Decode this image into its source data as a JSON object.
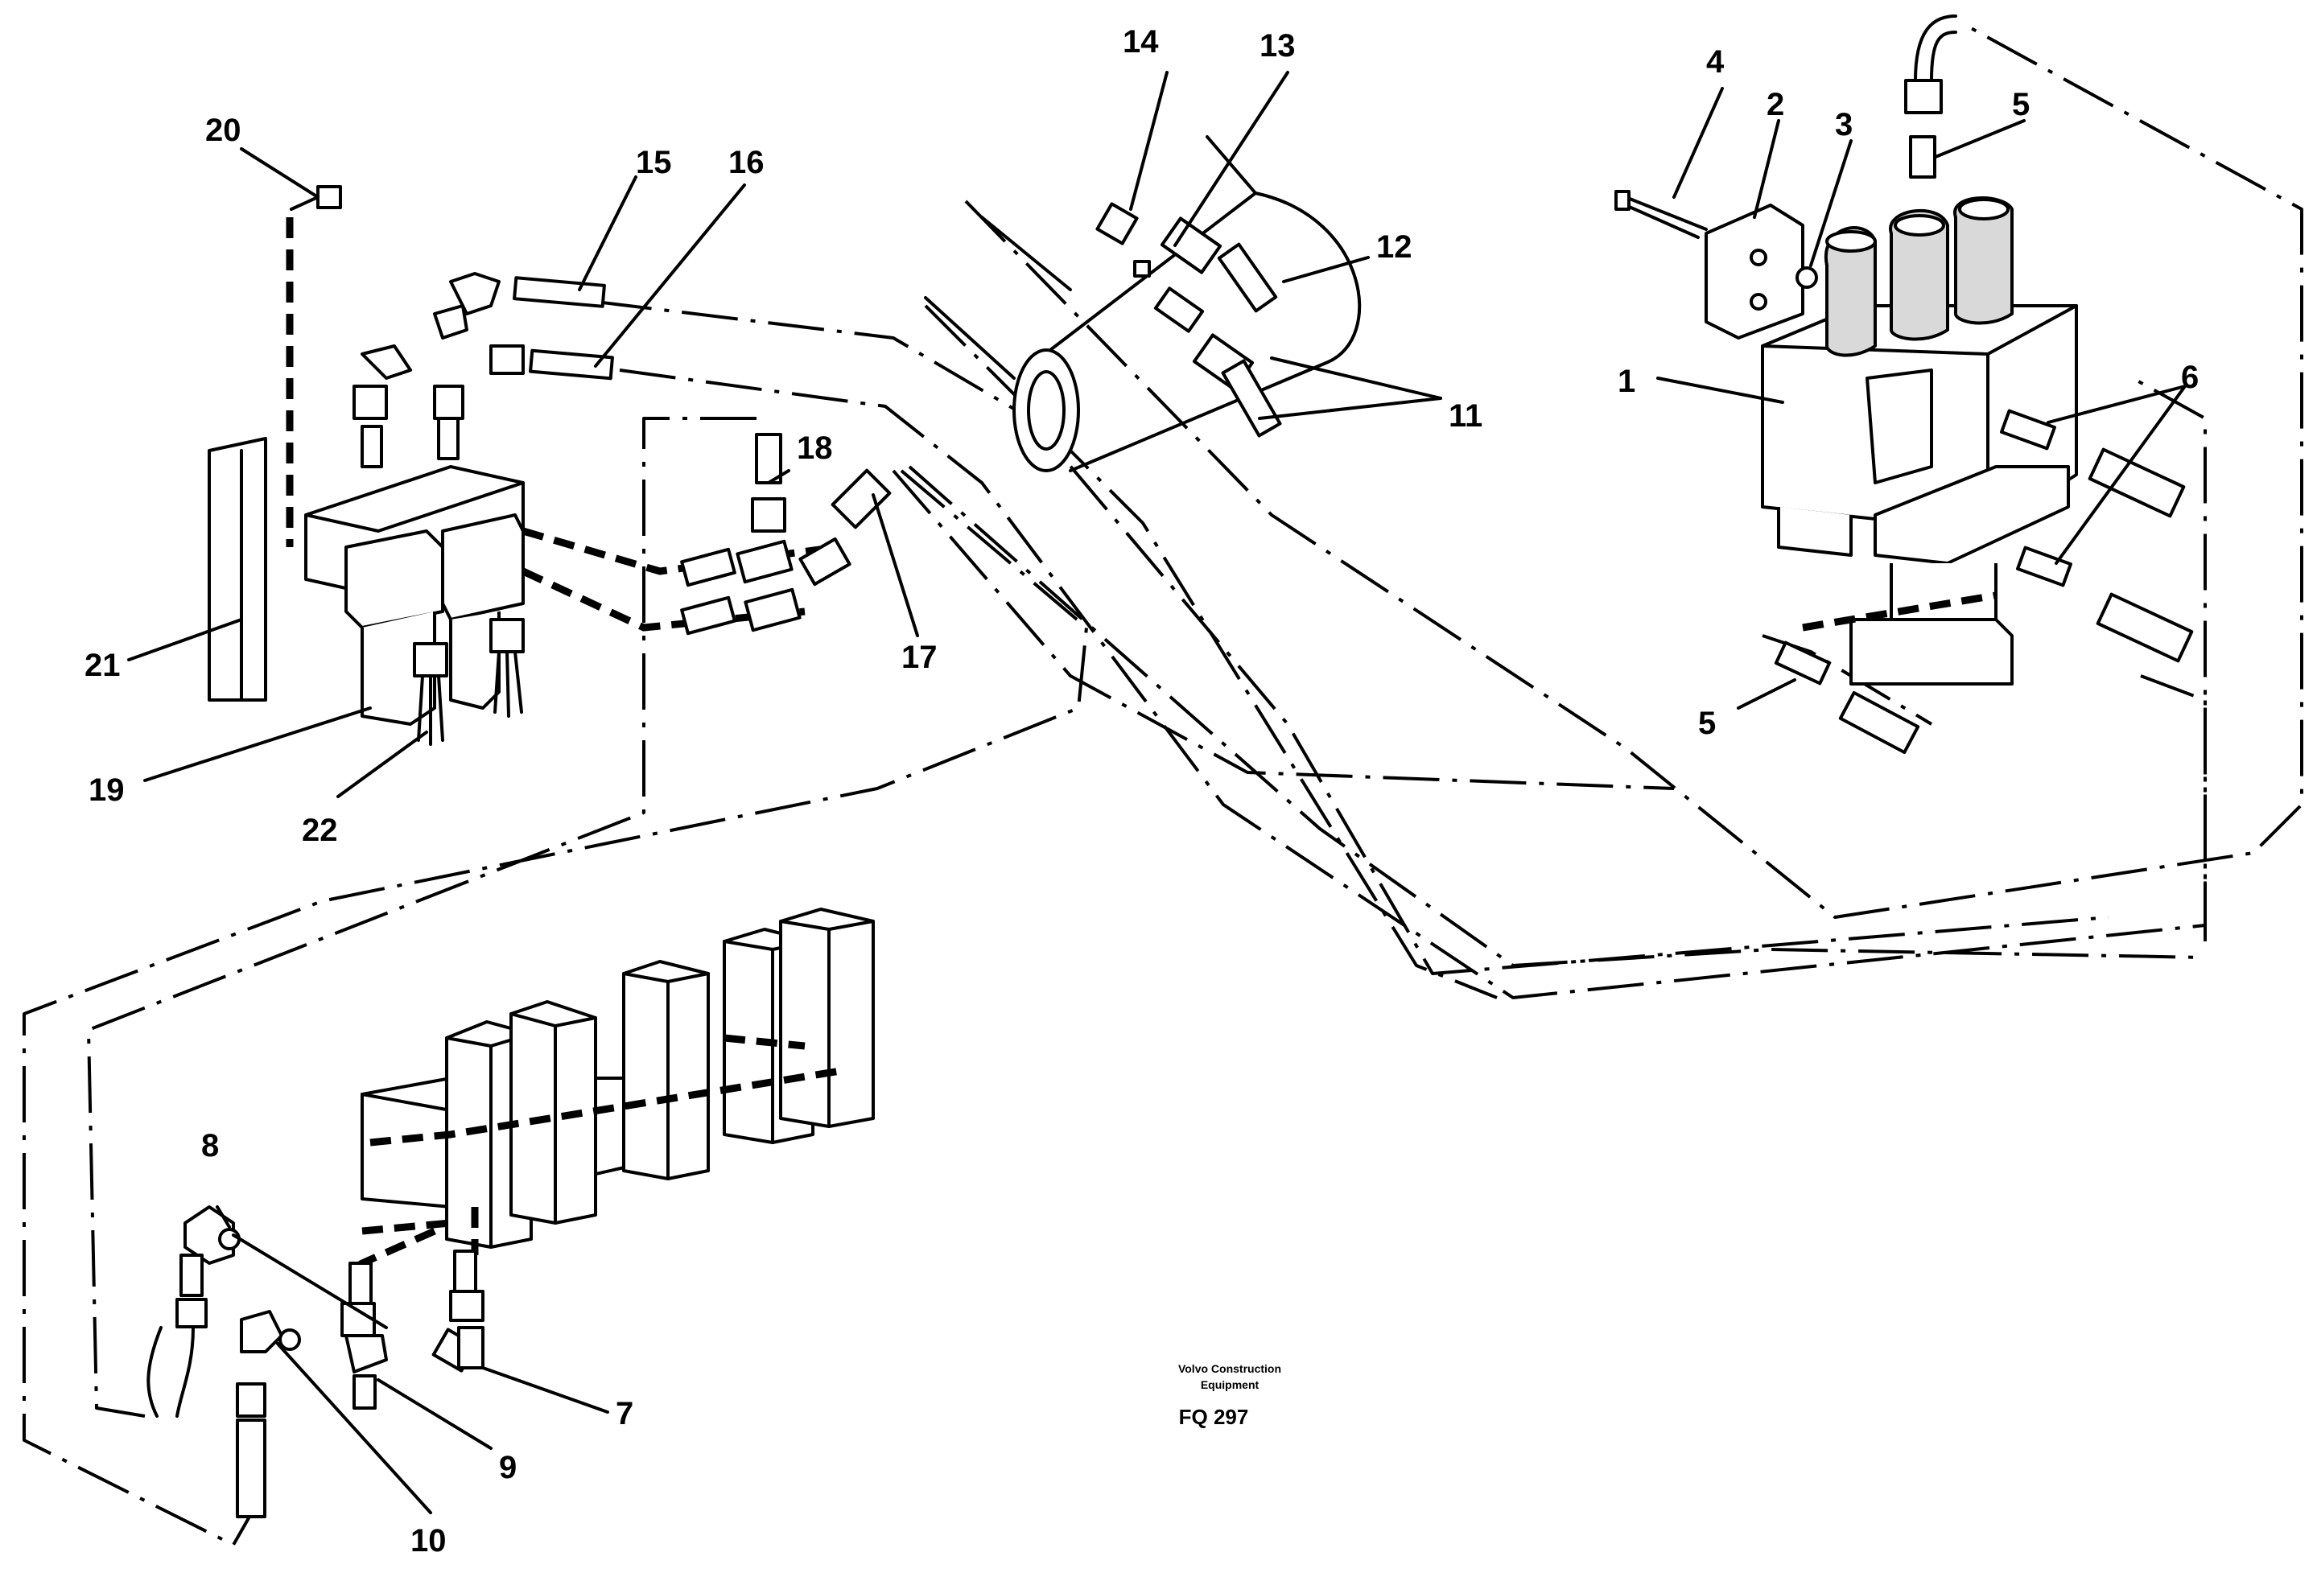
{
  "callouts": [
    {
      "number": "1"
    },
    {
      "number": "2"
    },
    {
      "number": "3"
    },
    {
      "number": "4"
    },
    {
      "number": "5"
    },
    {
      "number": "5"
    },
    {
      "number": "6"
    },
    {
      "number": "7"
    },
    {
      "number": "8"
    },
    {
      "number": "9"
    },
    {
      "number": "10"
    },
    {
      "number": "11"
    },
    {
      "number": "12"
    },
    {
      "number": "13"
    },
    {
      "number": "14"
    },
    {
      "number": "15"
    },
    {
      "number": "16"
    },
    {
      "number": "17"
    },
    {
      "number": "18"
    },
    {
      "number": "19"
    },
    {
      "number": "20"
    },
    {
      "number": "21"
    },
    {
      "number": "22"
    }
  ],
  "caption": {
    "company_line1": "Volvo Construction",
    "company_line2": "Equipment",
    "figure_ref": "FQ 297"
  }
}
